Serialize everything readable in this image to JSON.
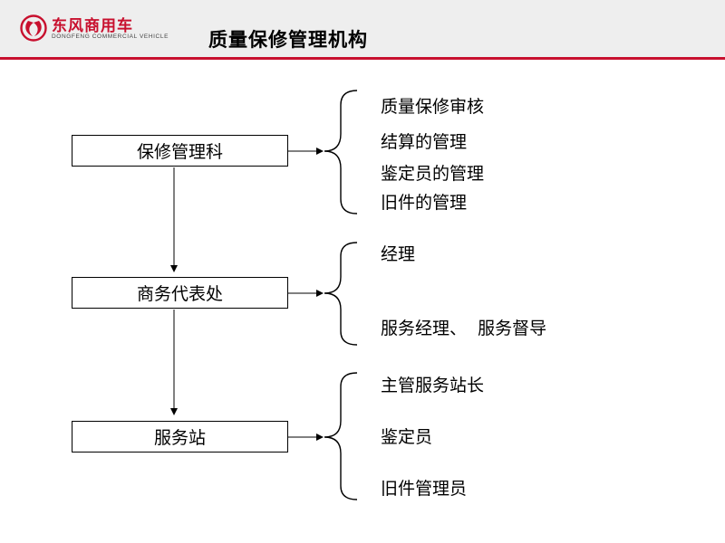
{
  "header": {
    "brand_cn": "东风商用车",
    "brand_en": "DONGFENG COMMERCIAL VEHICLE",
    "title": "质量保修管理机构",
    "accent_color": "#c8102e"
  },
  "nodes": [
    {
      "label": "保修管理科",
      "items": [
        "质量保修审核",
        "结算的管理",
        "鉴定员的管理",
        "旧件的管理"
      ]
    },
    {
      "label": "商务代表处",
      "items": [
        "经理",
        "服务经理、  服务督导"
      ]
    },
    {
      "label": "服务站",
      "items": [
        "主管服务站长",
        "鉴定员",
        "旧件管理员"
      ]
    }
  ]
}
